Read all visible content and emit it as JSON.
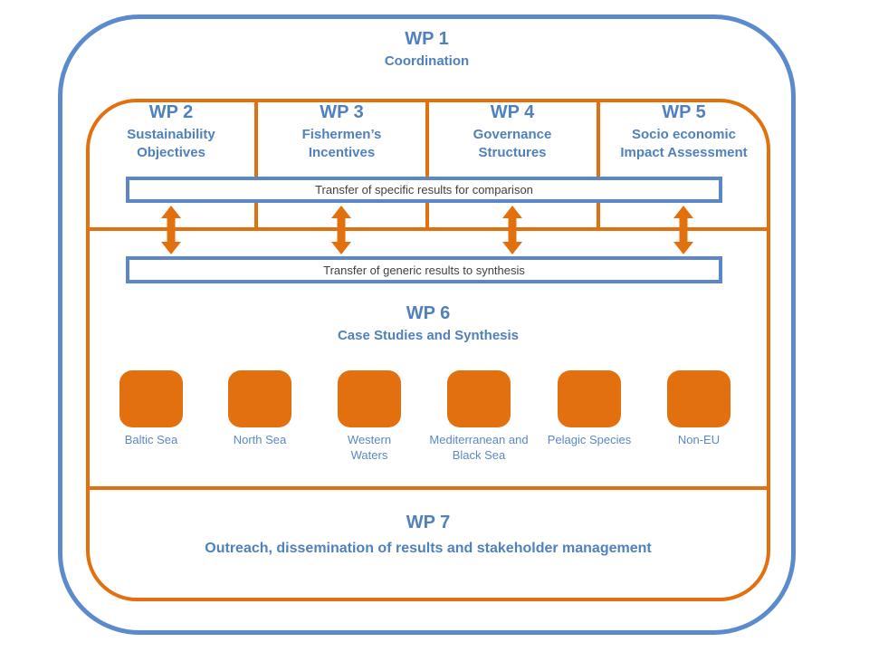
{
  "colors": {
    "blue_frame": "#5b8bcd",
    "blue_text": "#4f81bd",
    "orange": "#e3700e",
    "bar_text": "#3f3f3f",
    "background": "#ffffff"
  },
  "wp1": {
    "title": "WP 1",
    "subtitle": "Coordination"
  },
  "wp_columns": [
    {
      "title": "WP 2",
      "subtitle": "Sustainability Objectives"
    },
    {
      "title": "WP 3",
      "subtitle": "Fishermen’s Incentives"
    },
    {
      "title": "WP 4",
      "subtitle": "Governance Structures"
    },
    {
      "title": "WP 5",
      "subtitle": "Socio economic Impact Assessment"
    }
  ],
  "transfer_bars": {
    "specific": "Transfer of specific results for comparison",
    "generic": "Transfer of generic results to synthesis"
  },
  "icons": {
    "transfer_arrow": "double-headed-vertical-arrow-icon",
    "arrow_count": 4
  },
  "wp6": {
    "title": "WP 6",
    "subtitle": "Case Studies and Synthesis",
    "case_studies": [
      "Baltic Sea",
      "North Sea",
      "Western Waters",
      "Mediterranean and Black Sea",
      "Pelagic Species",
      "Non-EU"
    ]
  },
  "wp7": {
    "title": "WP 7",
    "subtitle": "Outreach, dissemination of results and stakeholder management"
  }
}
